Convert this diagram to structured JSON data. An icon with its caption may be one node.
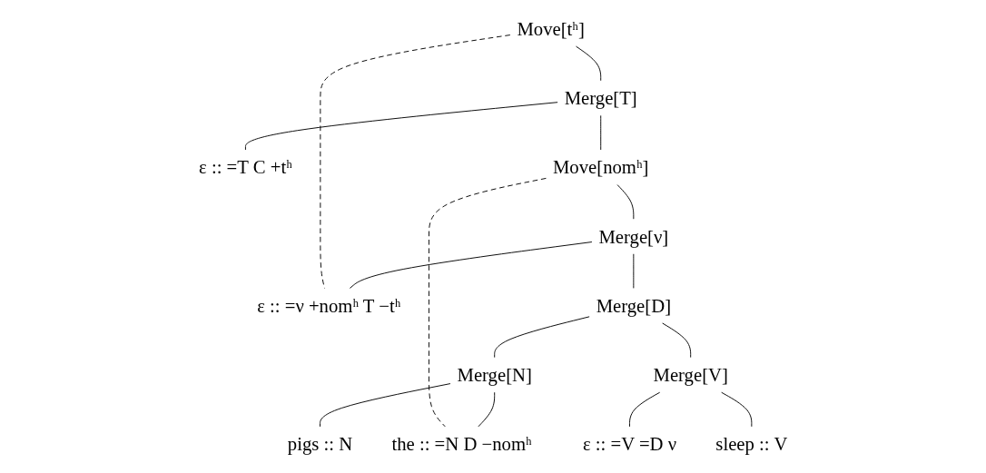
{
  "diagram": {
    "nodes": [
      {
        "text": [
          "Move[tʰ]"
        ]
      },
      {
        "text": [
          "Merge[T]"
        ]
      },
      {
        "text": [
          "ε :: =T C +tʰ"
        ]
      },
      {
        "text": [
          "Move[nomʰ]"
        ]
      },
      {
        "text": [
          "Merge[ν]"
        ]
      },
      {
        "text": [
          "ε :: =ν +nomʰ T −tʰ"
        ]
      },
      {
        "text": [
          "Merge[D]"
        ]
      },
      {
        "text": [
          "Merge[N]"
        ]
      },
      {
        "text": [
          "Merge[V]"
        ]
      },
      {
        "text": [
          "the :: =N D −nomʰ"
        ]
      },
      {
        "text": [
          "pigs :: N"
        ]
      },
      {
        "text": [
          "ε :: =V =D ν"
        ]
      },
      {
        "text": [
          "sleep :: V"
        ]
      }
    ],
    "edges": [
      {
        "from": 0,
        "to": 1,
        "arrow": "none"
      },
      {
        "from": 1,
        "to": 2,
        "arrow": "none"
      },
      {
        "from": 1,
        "to": 3,
        "arrow": "none"
      },
      {
        "from": 3,
        "to": 4,
        "arrow": "none"
      },
      {
        "from": 4,
        "to": 5,
        "arrow": "none"
      },
      {
        "from": 4,
        "to": 6,
        "arrow": "none"
      },
      {
        "from": 6,
        "to": 7,
        "arrow": "none"
      },
      {
        "from": 6,
        "to": 8,
        "arrow": "none"
      },
      {
        "from": 7,
        "to": 9,
        "arrow": "none"
      },
      {
        "from": 7,
        "to": 10,
        "arrow": "none"
      },
      {
        "from": 8,
        "to": 11,
        "arrow": "none"
      },
      {
        "from": 8,
        "to": 12,
        "arrow": "none"
      },
      {
        "from": 0,
        "to": 5,
        "arrow": "none",
        "style": "dashed"
      },
      {
        "from": 3,
        "to": 9,
        "arrow": "none",
        "style": "dashed"
      }
    ]
  }
}
